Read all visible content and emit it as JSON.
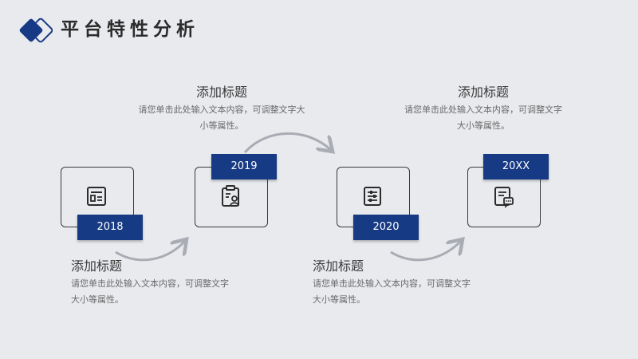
{
  "header": {
    "title": "平台特性分析"
  },
  "colors": {
    "accent": "#173a84",
    "background": "#e9eaee",
    "arc": "#a9acb3"
  },
  "steps": [
    {
      "year": "2018",
      "icon": "form-icon",
      "heading": "添加标题",
      "desc_line1": "请您单击此处输入文本内容，可调整文字",
      "desc_line2": "大小等属性。"
    },
    {
      "year": "2019",
      "icon": "clipboard-user-icon",
      "heading": "添加标题",
      "desc_line1": "请您单击此处输入文本内容，可调整文字大",
      "desc_line2": "小等属性。"
    },
    {
      "year": "2020",
      "icon": "list-sliders-icon",
      "heading": "添加标题",
      "desc_line1": "请您单击此处输入文本内容，可调整文字",
      "desc_line2": "大小等属性。"
    },
    {
      "year": "20XX",
      "icon": "document-chat-icon",
      "heading": "添加标题",
      "desc_line1": "请您单击此处输入文本内容，可调整文字",
      "desc_line2": "大小等属性。"
    }
  ]
}
